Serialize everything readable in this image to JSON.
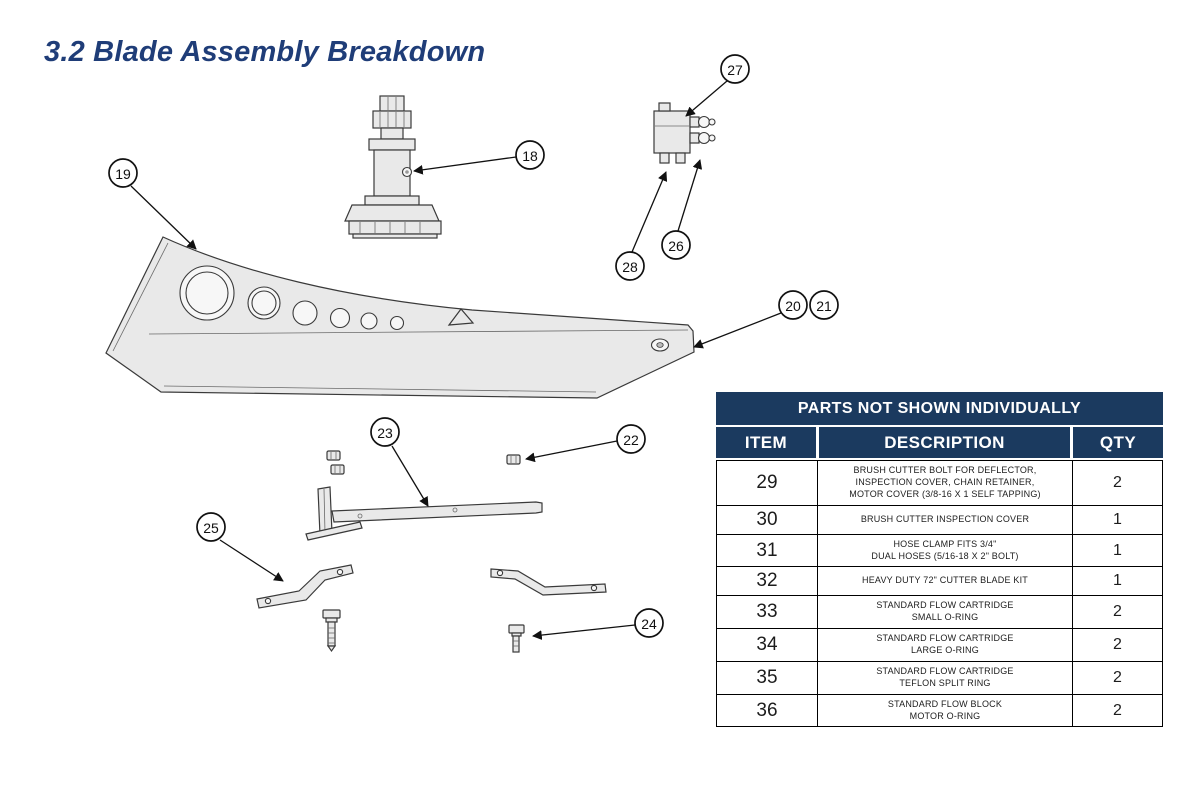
{
  "page": {
    "title": "3.2 Blade Assembly Breakdown"
  },
  "colors": {
    "navy_header": "#1b3a5f",
    "heading_blue": "#1f3d78",
    "line_art": "#3a3a3a",
    "table_border": "#000000"
  },
  "callouts": [
    {
      "num": "18"
    },
    {
      "num": "19"
    },
    {
      "num": "20"
    },
    {
      "num": "21"
    },
    {
      "num": "22"
    },
    {
      "num": "23"
    },
    {
      "num": "24"
    },
    {
      "num": "25"
    },
    {
      "num": "26"
    },
    {
      "num": "27"
    },
    {
      "num": "28"
    }
  ],
  "parts_table": {
    "title": "PARTS NOT SHOWN INDIVIDUALLY",
    "headers": {
      "item": "ITEM",
      "description": "DESCRIPTION",
      "qty": "QTY"
    },
    "rows": [
      {
        "item": "29",
        "description": "BRUSH CUTTER BOLT FOR DEFLECTOR,\nINSPECTION COVER, CHAIN RETAINER,\nMOTOR COVER (3/8-16 X 1 SELF TAPPING)",
        "qty": "2"
      },
      {
        "item": "30",
        "description": "BRUSH CUTTER INSPECTION COVER",
        "qty": "1"
      },
      {
        "item": "31",
        "description": "HOSE CLAMP FITS 3/4\"\nDUAL HOSES (5/16-18 X 2\" BOLT)",
        "qty": "1"
      },
      {
        "item": "32",
        "description": "HEAVY DUTY 72\" CUTTER BLADE KIT",
        "qty": "1"
      },
      {
        "item": "33",
        "description": "STANDARD FLOW CARTRIDGE\nSMALL O-RING",
        "qty": "2"
      },
      {
        "item": "34",
        "description": "STANDARD FLOW CARTRIDGE\nLARGE O-RING",
        "qty": "2"
      },
      {
        "item": "35",
        "description": "STANDARD FLOW CARTRIDGE\nTEFLON SPLIT RING",
        "qty": "2"
      },
      {
        "item": "36",
        "description": "STANDARD FLOW BLOCK\nMOTOR O-RING",
        "qty": "2"
      }
    ]
  }
}
